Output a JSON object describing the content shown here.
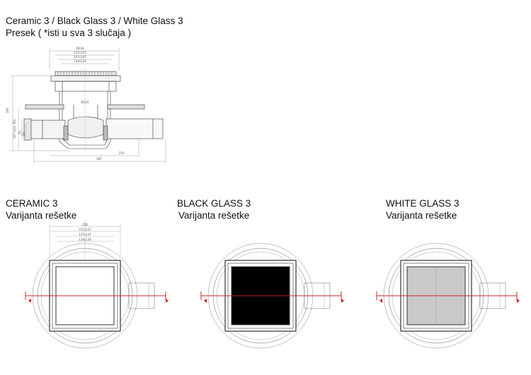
{
  "header": {
    "title": "Ceramic 3 / Black Glass 3 / White Glass 3",
    "subtitle": "Presek ( *isti u sva 3 slučaja )"
  },
  "variants": [
    {
      "name": "CERAMIC 3",
      "caption": "Varijanta rešetke",
      "grate_color": "#ffffff"
    },
    {
      "name": "BLACK GLASS 3",
      "caption": "Varijanta rešetke",
      "grate_color": "#000000"
    },
    {
      "name": "WHITE GLASS 3",
      "caption": "Varijanta rešetke",
      "grate_color": "#c9c9c9"
    }
  ],
  "section_dims": {
    "top": [
      "Ø228",
      "157x157",
      "147x147",
      "134x134"
    ],
    "bottom": [
      "250",
      "287"
    ],
    "left": [
      "190",
      "167 (min. 95)",
      "75",
      "55"
    ],
    "inner": "Ø110"
  },
  "plan_dims": [
    "228",
    "157x157",
    "147x147",
    "134x134"
  ],
  "colors": {
    "section_line": "#d42020",
    "drawing": "#333333"
  }
}
